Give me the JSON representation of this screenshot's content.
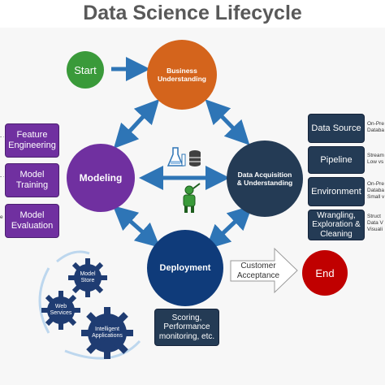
{
  "title": "Data Science Lifecycle",
  "nodes": {
    "start": "Start",
    "business": "Business Understanding",
    "modeling": "Modeling",
    "acquisition": "Data Acquisition & Understanding",
    "deployment": "Deployment",
    "end": "End"
  },
  "customer_acceptance": "Customer Acceptance",
  "modeling_tasks": [
    "Feature Engineering",
    "Model Training",
    "Model Evaluation"
  ],
  "acquisition_tasks": [
    "Data Source",
    "Pipeline",
    "Environment",
    "Wrangling, Exploration & Cleaning"
  ],
  "acquisition_notes": [
    [
      "On-Pre",
      "Databa"
    ],
    [
      "Stream",
      "Low vs"
    ],
    [
      "On-Pre",
      "Databa",
      "Small v"
    ],
    [
      "Struct",
      "Data V",
      "Visuali"
    ]
  ],
  "modeling_notes": [
    "- -",
    "- -",
    "e"
  ],
  "deployment_box": "Scoring, Performance monitoring, etc.",
  "gears": [
    "Model Store",
    "Web Services",
    "Intelligent Applications"
  ],
  "colors": {
    "start": "#3a9a3a",
    "business": "#d4641c",
    "modeling": "#7030a0",
    "acquisition": "#243b55",
    "deployment": "#0f3b7a",
    "end": "#c00000",
    "arrow": "#2e75b6",
    "gear": "#1f3c72"
  },
  "icons": [
    "flask-icon",
    "database-icon",
    "user-icon"
  ]
}
